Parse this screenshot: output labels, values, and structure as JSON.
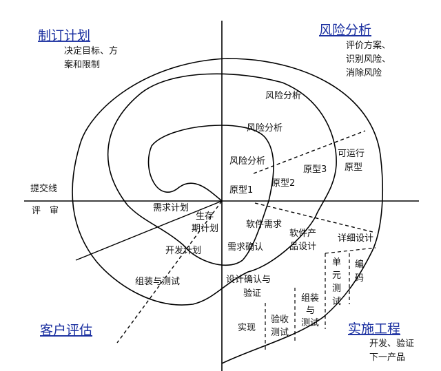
{
  "quadrants": {
    "plan": {
      "title": "制订计划",
      "desc": [
        "决定目标、方",
        "案和限制"
      ]
    },
    "risk": {
      "title": "风险分析",
      "desc": [
        "评价方案、",
        "识别风险、",
        "消除风险"
      ]
    },
    "customer": {
      "title": "客户评估"
    },
    "engineering": {
      "title": "实施工程",
      "desc": [
        "开发、验证",
        "下一产品"
      ]
    }
  },
  "left_axis": {
    "commit_line": "提交线",
    "review": "评　审"
  },
  "risk_labels": [
    "风险分析",
    "风险分析",
    "风险分析"
  ],
  "prototypes": [
    "原型1",
    "原型2",
    "原型3"
  ],
  "operational_prototype": [
    "可运行",
    "原型"
  ],
  "phases": {
    "requirements_plan": "需求计划",
    "life_cycle_plan": [
      "生存",
      "期计划"
    ],
    "dev_plan": "开发计划",
    "integration_test": "组装与测试",
    "software_req": "软件需求",
    "req_validation": "需求确认",
    "product_design": [
      "软件产",
      "品设计"
    ],
    "design_validation": [
      "设计确认与",
      "验证"
    ],
    "detailed_design": "详细设计",
    "implementation": "实现",
    "acceptance_test": [
      "验收",
      "测试"
    ],
    "integration_test_v": [
      "组装",
      "与",
      "测试"
    ],
    "unit_test": [
      "单",
      "元",
      "测",
      "试"
    ],
    "coding": [
      "编",
      "码"
    ]
  }
}
